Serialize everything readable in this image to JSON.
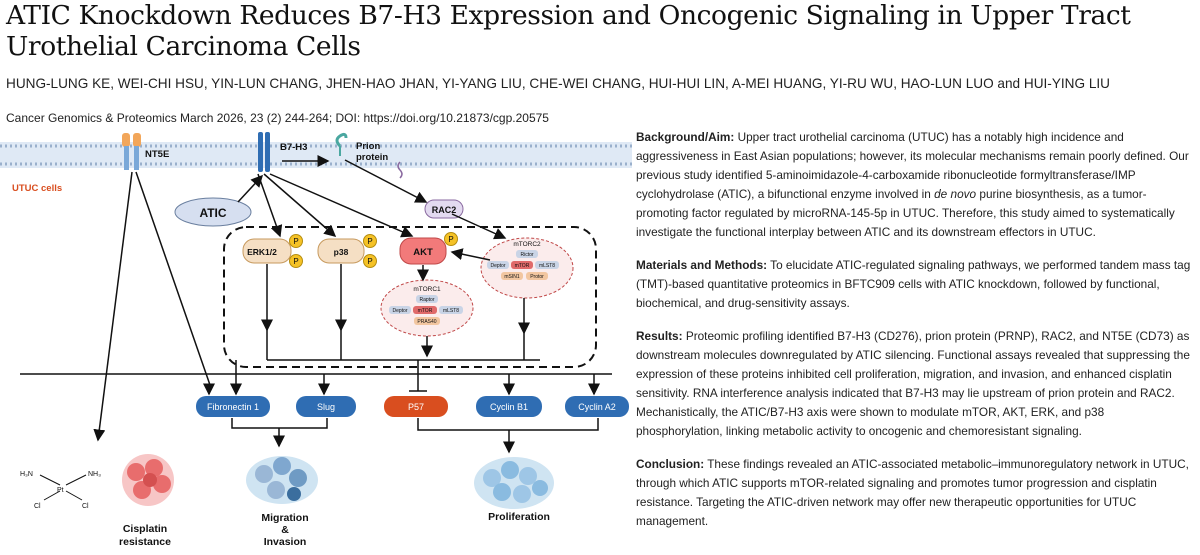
{
  "paper": {
    "title": "ATIC Knockdown Reduces B7-H3 Expression and Oncogenic Signaling in Upper Tract Urothelial Carcinoma Cells",
    "authors": "HUNG-LUNG KE, WEI-CHI HSU, YIN-LUN CHANG, JHEN-HAO JHAN, YI-YANG LIU, CHE-WEI CHANG, HUI-HUI LIN, A-MEI HUANG, YI-RU WU, HAO-LUN LUO and HUI-YING LIU",
    "journal": "Cancer Genomics & Proteomics March 2026, 23 (2) 244-264; DOI: https://doi.org/10.21873/cgp.20575"
  },
  "figure": {
    "membrane_label": "UTUC cells",
    "receptors": {
      "nt5e": "NT5E",
      "b7h3": "B7-H3",
      "prion_line1": "Prion",
      "prion_line2": "protein"
    },
    "atic": "ATIC",
    "rac2": "RAC2",
    "kinases": {
      "erk": "ERK1/2",
      "p38": "p38",
      "akt": "AKT",
      "phospho": "P"
    },
    "mtorc1": {
      "title": "mTORC1",
      "raptor": "Raptor",
      "deptor": "Deptor",
      "mtor": "mTOR",
      "mlst8": "mLST8",
      "pras40": "PRAS40"
    },
    "mtorc2": {
      "title": "mTORC2",
      "rictor": "Rictor",
      "deptor": "Deptor",
      "mtor": "mTOR",
      "mlst8": "mLST8",
      "msin1": "mSIN1",
      "protor": "Protor"
    },
    "targets": [
      "Fibronectin 1",
      "Slug",
      "P57",
      "Cyclin B1",
      "Cyclin A2"
    ],
    "outcomes": {
      "cisplatin_line1": "Cisplatin",
      "cisplatin_line2": "resistance",
      "migration_line1": "Migration",
      "migration_line2": "&",
      "migration_line3": "Invasion",
      "proliferation": "Proliferation"
    },
    "chem": {
      "h3n": "H₃N",
      "nh3": "NH₃",
      "pt": "Pt",
      "cl1": "Cl",
      "cl2": "Cl"
    },
    "colors": {
      "blue": "#2f6db3",
      "orange": "#d94e1f",
      "akt": "#f27a7a",
      "phospho": "#f5c226",
      "atic": "#d6dff0",
      "kinase": "#f5dfc4"
    }
  },
  "abstract": {
    "background_label": "Background/Aim:",
    "background_pre": " Upper tract urothelial carcinoma (UTUC) has a notably high incidence and aggressiveness in East Asian populations; however, its molecular mechanisms remain poorly defined. Our previous study identified 5-aminoimidazole-4-carboxamide ribonucleotide formyltransferase/IMP cyclohydrolase (ATIC), a bifunctional enzyme involved in ",
    "background_italic": "de novo",
    "background_post": " purine biosynthesis, as a tumor-promoting factor regulated by microRNA-145-5p in UTUC. Therefore, this study aimed to systematically investigate the functional interplay between ATIC and its downstream effectors in UTUC.",
    "methods_label": "Materials and Methods:",
    "methods_text": " To elucidate ATIC-regulated signaling pathways, we performed tandem mass tag (TMT)-based quantitative proteomics in BFTC909 cells with ATIC knockdown, followed by functional, biochemical, and drug-sensitivity assays.",
    "results_label": "Results:",
    "results_text": " Proteomic profiling identified B7-H3 (CD276), prion protein (PRNP), RAC2, and NT5E (CD73) as downstream molecules downregulated by ATIC silencing. Functional assays revealed that suppressing the expression of these proteins inhibited cell proliferation, migration, and invasion, and enhanced cisplatin sensitivity. RNA interference analysis indicated that B7-H3 may lie upstream of prion protein and RAC2. Mechanistically, the ATIC/B7-H3 axis were shown to modulate mTOR, AKT, ERK, and p38 phosphorylation, linking metabolic activity to oncogenic and chemoresistant signaling.",
    "conclusion_label": "Conclusion:",
    "conclusion_text": " These findings revealed an ATIC-associated metabolic–immunoregulatory network in UTUC, through which ATIC supports mTOR-related signaling and promotes tumor progression and cisplatin resistance. Targeting the ATIC-driven network may offer new therapeutic opportunities for UTUC management."
  }
}
